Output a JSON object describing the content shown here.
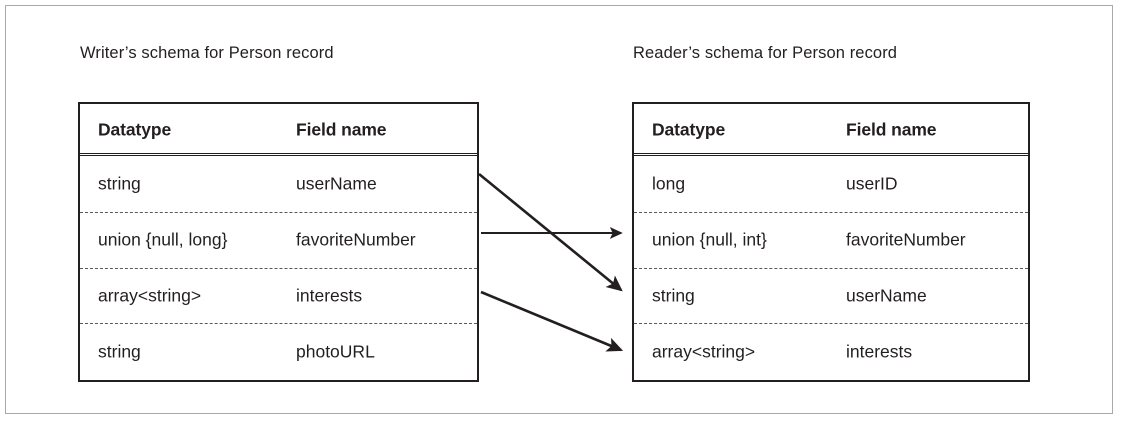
{
  "figure": {
    "writer": {
      "title": "Writer’s schema for Person record",
      "columns": [
        "Datatype",
        "Field name"
      ],
      "rows": [
        {
          "datatype": "string",
          "field": "userName"
        },
        {
          "datatype": "union {null, long}",
          "field": "favoriteNumber"
        },
        {
          "datatype": "array<string>",
          "field": "interests"
        },
        {
          "datatype": "string",
          "field": "photoURL"
        }
      ]
    },
    "reader": {
      "title": "Reader’s schema for Person record",
      "columns": [
        "Datatype",
        "Field name"
      ],
      "rows": [
        {
          "datatype": "long",
          "field": "userID"
        },
        {
          "datatype": "union {null, int}",
          "field": "favoriteNumber"
        },
        {
          "datatype": "string",
          "field": "userName"
        },
        {
          "datatype": "array<string>",
          "field": "interests"
        }
      ]
    },
    "mappings": [
      {
        "from_field": "userName",
        "from_row": 1,
        "to_field": "userName",
        "to_row": 3
      },
      {
        "from_field": "favoriteNumber",
        "from_row": 2,
        "to_field": "favoriteNumber",
        "to_row": 2
      },
      {
        "from_field": "interests",
        "from_row": 3,
        "to_field": "interests",
        "to_row": 4
      }
    ],
    "colors": {
      "ink": "#231f20",
      "dashed_rule": "#58595b",
      "outer_frame": "#a9a9a9",
      "background": "#ffffff"
    }
  }
}
